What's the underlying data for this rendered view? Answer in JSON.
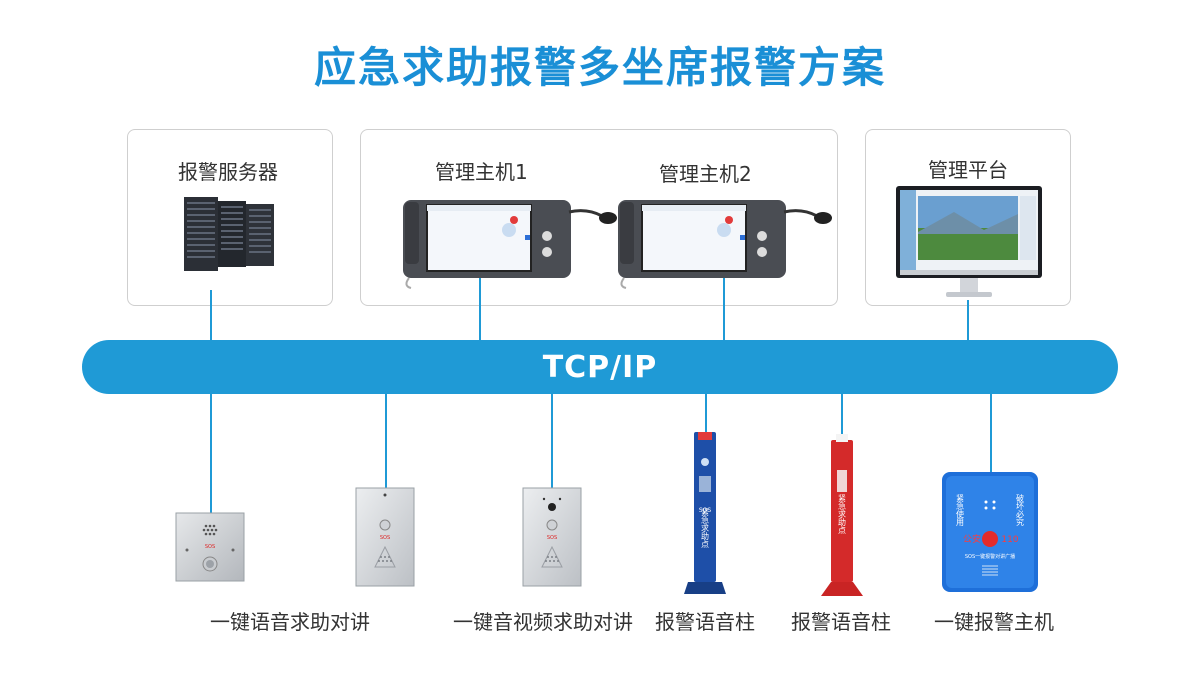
{
  "title": "应急求助报警多坐席报警方案",
  "boxes": {
    "server": {
      "label": "报警服务器"
    },
    "host1": {
      "label": "管理主机1"
    },
    "host2": {
      "label": "管理主机2"
    },
    "platform": {
      "label": "管理平台"
    }
  },
  "bus": {
    "label": "TCP/IP"
  },
  "devices": [
    {
      "label": "一键语音求助对讲"
    },
    {
      "label": "一键音视频求助对讲"
    },
    {
      "label": "报警语音柱"
    },
    {
      "label": "报警语音柱"
    },
    {
      "label": "一键报警主机"
    }
  ],
  "device_text": {
    "sos": "SOS",
    "pillar": "紧急求助点",
    "alarm_left": "紧急使用",
    "alarm_right": "破坏必究",
    "alarm_police": "公安",
    "alarm_num": "110",
    "alarm_bottom": "SOS一键报警对讲广播"
  },
  "colors": {
    "accent": "#1f9ad6",
    "title": "#1a8fd6"
  }
}
